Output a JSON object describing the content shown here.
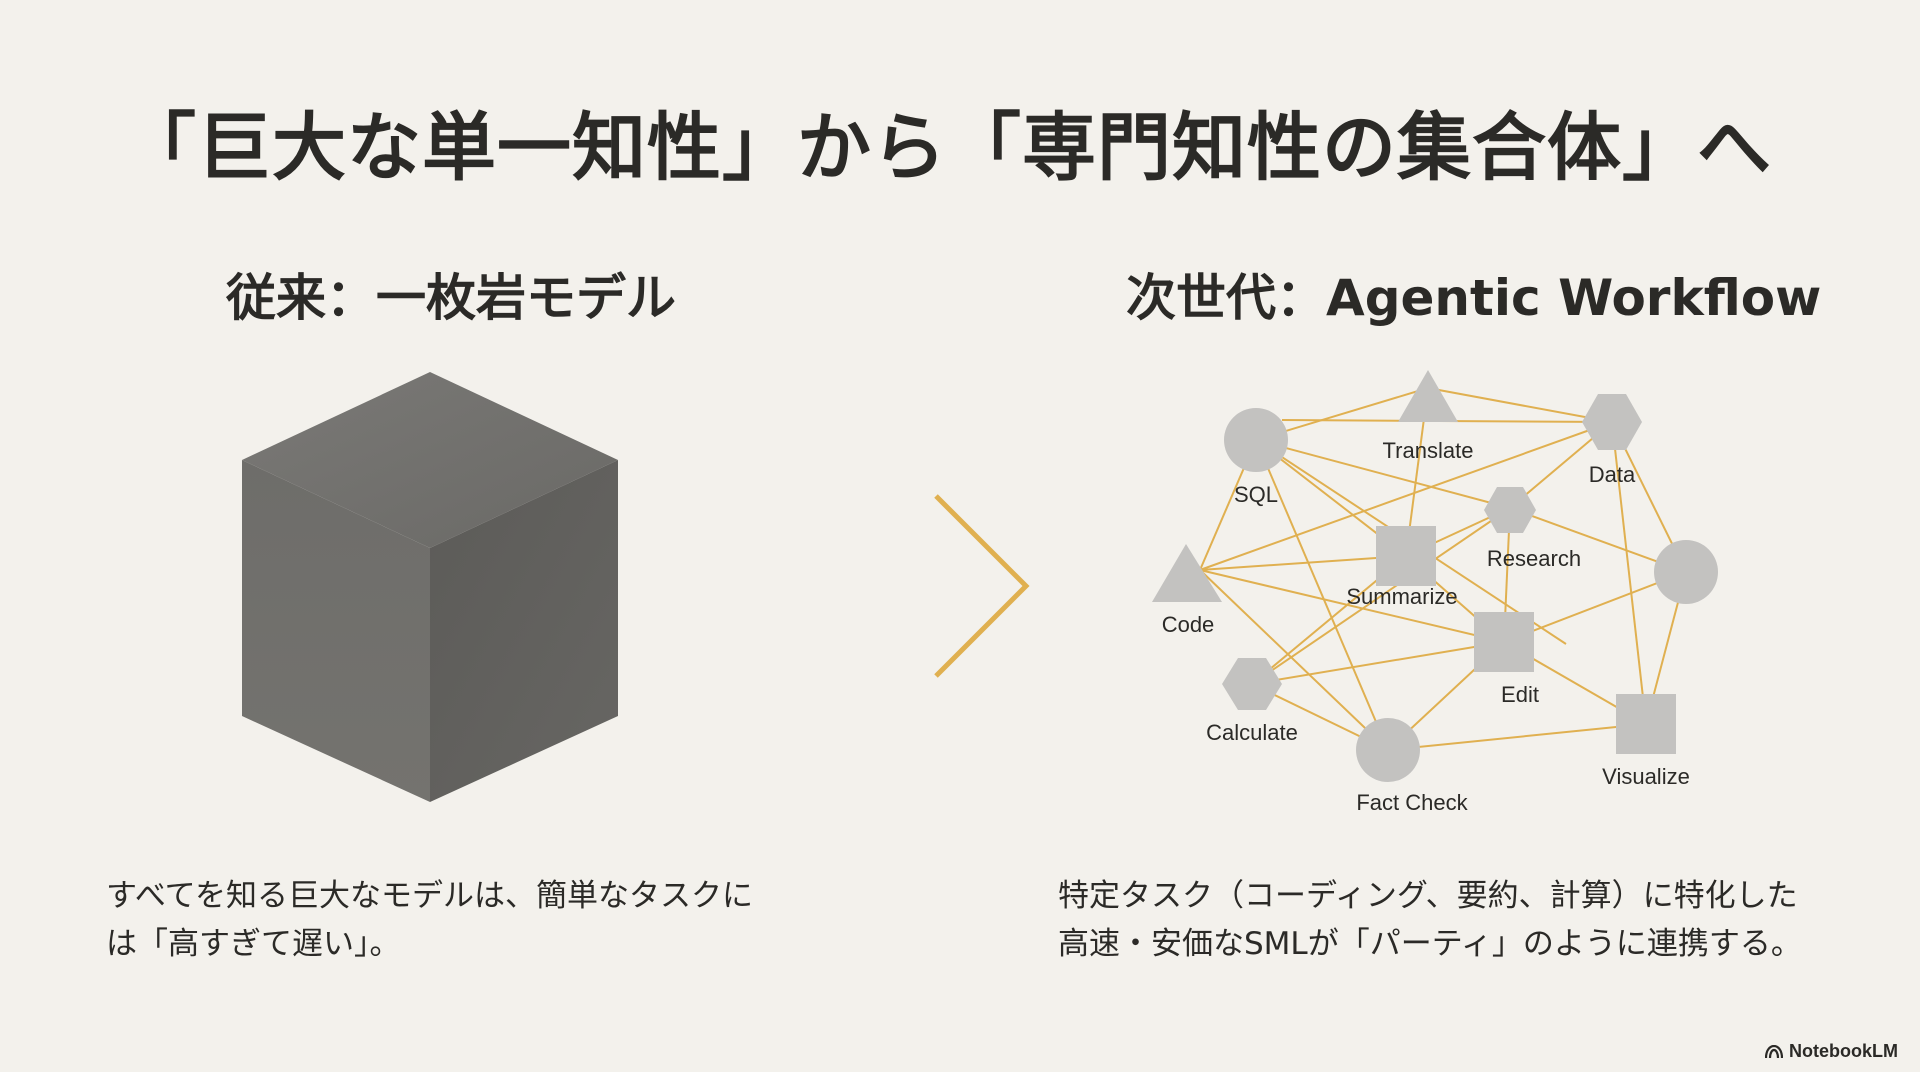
{
  "title": "「巨大な単一知性」から「専門知性の集合体」へ",
  "left": {
    "heading": "従来：一枚岩モデル",
    "description_line1": "すべてを知る巨大なモデルは、簡単なタスクに",
    "description_line2": "は「高すぎて遅い」。"
  },
  "right": {
    "heading": "次世代：Agentic Workflow",
    "description_line1": "特定タスク（コーディング、要約、計算）に特化した",
    "description_line2": "高速・安価なSMLが「パーティ」のように連携する。"
  },
  "network": {
    "nodes": {
      "sql": "SQL",
      "translate": "Translate",
      "data": "Data",
      "research": "Research",
      "summarize": "Summarize",
      "code": "Code",
      "edit": "Edit",
      "calculate": "Calculate",
      "fact_check": "Fact Check",
      "visualize": "Visualize"
    }
  },
  "colors": {
    "background": "#f3f1ec",
    "accent": "#e0b050",
    "node": "#c3c2c0",
    "cube": "#6c6b68"
  },
  "brand": "NotebookLM"
}
